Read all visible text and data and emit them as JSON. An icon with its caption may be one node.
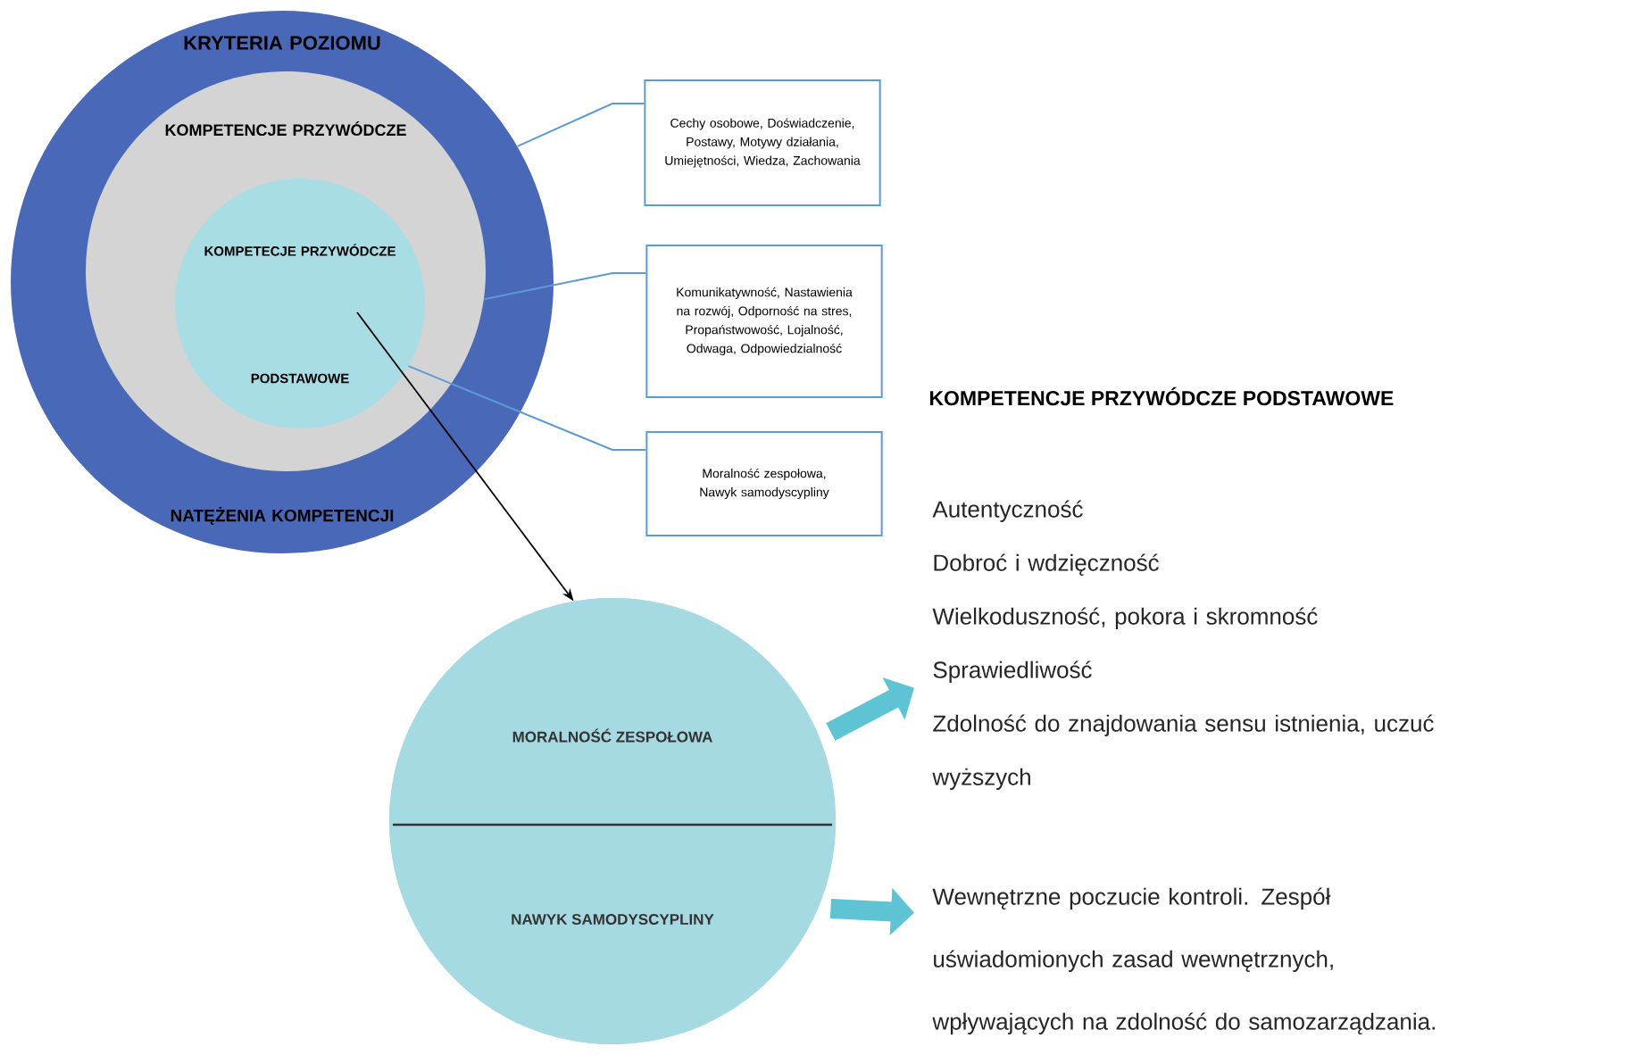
{
  "diagram": {
    "nodes": [
      {
        "text": [
          "KRYTERIA POZIOMU",
          "NATĘŻENIA KOMPETENCJI"
        ]
      },
      {
        "text": [
          "KOMPETENCJE PRZYWÓDCZE"
        ],
        "in": 0
      },
      {
        "text": [
          "KOMPETECJE PRZYWÓDCZE",
          "PODSTAWOWE"
        ],
        "in": 1
      },
      {
        "text": [
          "Cechy osobowe, Doświadczenie, Postawy, Motywy działania, Umiejętności, Wiedza, Zachowania"
        ]
      },
      {
        "text": [
          "Komunikatywność, Nastawienia na rozwój, Odporność na stres, Propaństwowość, Lojalność, Odwaga, Odpowiedzialność"
        ]
      },
      {
        "text": [
          "Moralność zespołowa, Nawyk samodyscypliny"
        ]
      },
      {
        "text": [],
        "shape": "circle"
      },
      {
        "text": [
          "MORALNOŚĆ ZESPOŁOWA"
        ],
        "in": 6
      },
      {
        "text": [
          "NAWYK SAMODYSCYPLINY"
        ],
        "in": 6
      },
      {
        "text": [
          "Autentyczność",
          "Dobroć i wdzięczność",
          "Wielkoduszność, pokora i skromność",
          "Sprawiedliwość",
          "Zdolność do znajdowania sensu istnienia, uczuć wyższych"
        ]
      },
      {
        "text": [
          "Wewnętrzne poczucie kontroli. Zespół uświadomionych zasad  wewnętrznych, wpływających na zdolność do samozarządzania."
        ]
      }
    ],
    "edges": [
      {
        "from": 0,
        "to": 3,
        "arrow": "none",
        "color": "#5b9bd5"
      },
      {
        "from": 1,
        "to": 4,
        "arrow": "none",
        "color": "#5b9bd5"
      },
      {
        "from": 2,
        "to": 5,
        "arrow": "none",
        "color": "#5b9bd5"
      },
      {
        "from": 2,
        "to": 6,
        "arrow": "to",
        "color": "#000000"
      },
      {
        "from": 7,
        "to": 9,
        "arrow": "to",
        "style": "thick",
        "color": "#5ec4d4"
      },
      {
        "from": 8,
        "to": 10,
        "arrow": "to",
        "style": "thick",
        "color": "#5ec4d4"
      }
    ],
    "labels": [
      "KOMPETENCJE PRZYWÓDCZE  PODSTAWOWE"
    ]
  }
}
